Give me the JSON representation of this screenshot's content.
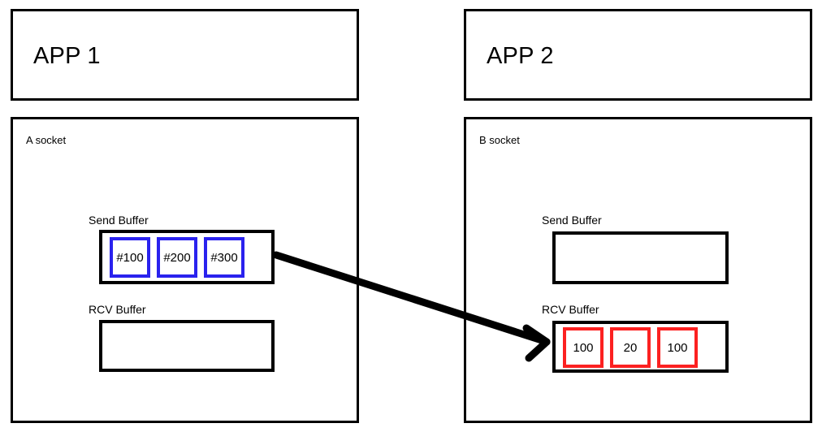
{
  "diagram": {
    "title_left": "APP 1",
    "title_right": "APP 2",
    "socket_left": "A socket",
    "socket_right": "B socket",
    "labels": {
      "send_buffer": "Send Buffer",
      "rcv_buffer": "RCV Buffer"
    },
    "colors": {
      "send_cell_border": "#2a22ee",
      "rcv_cell_border": "#fc2121",
      "box_border": "#000000",
      "background": "#ffffff",
      "arrow": "#000000"
    },
    "left": {
      "app_title": "APP 1",
      "socket_title": "A socket",
      "send_buffer": {
        "label": "Send Buffer",
        "cells": [
          "#100",
          "#200",
          "#300"
        ]
      },
      "rcv_buffer": {
        "label": "RCV Buffer",
        "cells": []
      }
    },
    "right": {
      "app_title": "APP 2",
      "socket_title": "B socket",
      "send_buffer": {
        "label": "Send Buffer",
        "cells": []
      },
      "rcv_buffer": {
        "label": "RCV Buffer",
        "cells": [
          "100",
          "20",
          "100"
        ]
      }
    },
    "arrow": {
      "from": "A socket Send Buffer",
      "to": "B socket RCV Buffer"
    }
  }
}
